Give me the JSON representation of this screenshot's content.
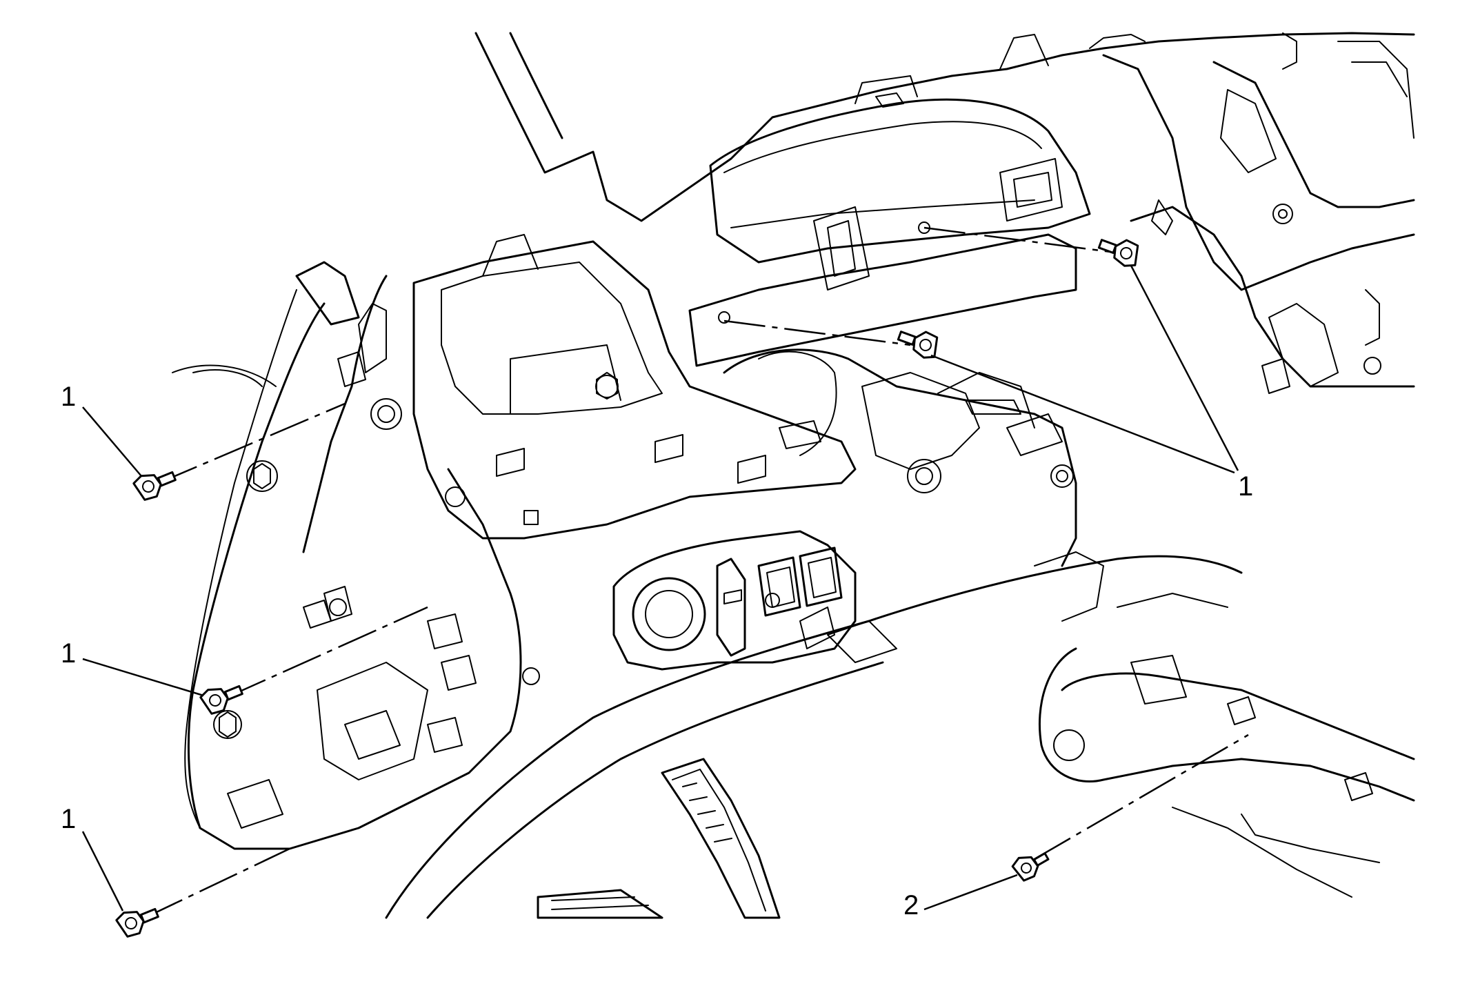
{
  "diagram": {
    "callouts": [
      {
        "id": "c1",
        "label": "1"
      },
      {
        "id": "c2",
        "label": "1"
      },
      {
        "id": "c3",
        "label": "1"
      },
      {
        "id": "c4",
        "label": "1"
      },
      {
        "id": "c5",
        "label": "2"
      }
    ],
    "colors": {
      "ink": "#000000",
      "paper": "#ffffff"
    }
  }
}
